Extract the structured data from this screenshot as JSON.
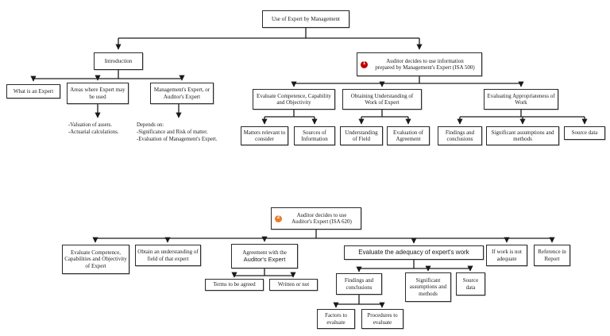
{
  "diagram_title": "Use of Expert by Management",
  "colors": {
    "line": "#1a1a1a",
    "box_border": "#2b2b2b",
    "badge1": "#c00000",
    "badge2": "#e87d2a"
  },
  "badges": {
    "one": "1",
    "two": "2"
  },
  "nodes": {
    "root": "Use of Expert by Management",
    "introduction": "Introduction",
    "what_is_expert": "What is an Expert",
    "areas_expert": "Areas where Expert may be used",
    "mgmt_expert": "Management's Expert, or Auditor's Expert",
    "note_valuation": "-Valuation of assets.\n-Actuarial calculations.",
    "note_depends": "Depends on:\n-Significance and Risk of matter.\n-Evaluation of Management's Expert.",
    "isa500": "Auditor decides to use information\nprepared by Management's Expert (ISA 500)",
    "evaluate_competence": "Evaluate Competence, Capability and Objectivity",
    "obtaining_understanding": "Obtaining Understanding of Work of Expert",
    "evaluating_appropriateness": "Evaluating Appropriateness of Work",
    "matters_relevant": "Matters relevant to consider",
    "sources_info": "Sources of Information",
    "understanding_field": "Understanding of Field",
    "evaluation_agreement": "Evaluation of Agreement",
    "findings_conclusions_1": "Findings and conclusions",
    "significant_assumptions_1": "Significant assumptions and methods",
    "source_data_1": "Source data",
    "isa620": "Auditor decides to use\nAuditor's Expert (ISA 620)",
    "eval_competence_expert": "Evaluate Competence, Capabilities and Objectivity of Expert",
    "obtain_understanding_field": "Obtain an understanding of field of that expert",
    "agreement_line1": "Agreement with the",
    "agreement_line2": "Auditor's Expert",
    "evaluate_adequacy": "Evaluate the adequacy of expert's work",
    "if_not_adequate": "If work is not adequate",
    "reference_report": "Reference in Report",
    "terms_agreed": "Terms to be agreed",
    "written_or_not": "Written or not",
    "findings_conclusions_2": "Findings and conclusions",
    "significant_assumptions_2": "Significant assumptions and methods",
    "source_data_2": "Source data",
    "factors_evaluate": "Factors to evaluate",
    "procedures_evaluate": "Procedures to evaluate"
  }
}
